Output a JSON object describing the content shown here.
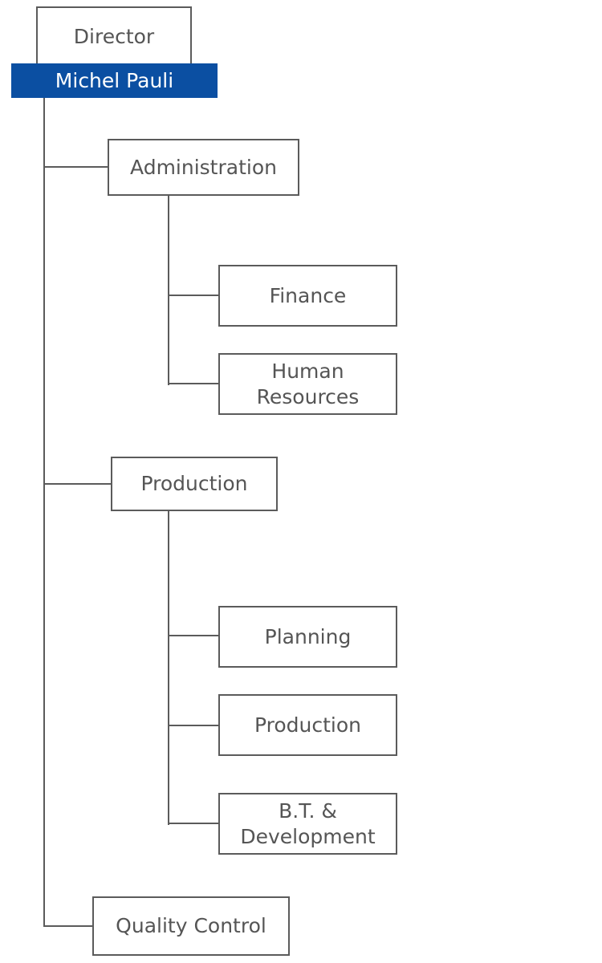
{
  "director": {
    "title": "Director",
    "name": "Michel Pauli"
  },
  "departments": [
    {
      "label": "Administration",
      "children": [
        "Finance",
        "Human Resources"
      ]
    },
    {
      "label": "Production",
      "children": [
        "Planning",
        "Production",
        "B.T. & Development"
      ]
    },
    {
      "label": "Quality Control",
      "children": []
    }
  ],
  "colors": {
    "name_bar": "#0b4fa2",
    "line": "#5b5b5b",
    "text": "#555555"
  }
}
